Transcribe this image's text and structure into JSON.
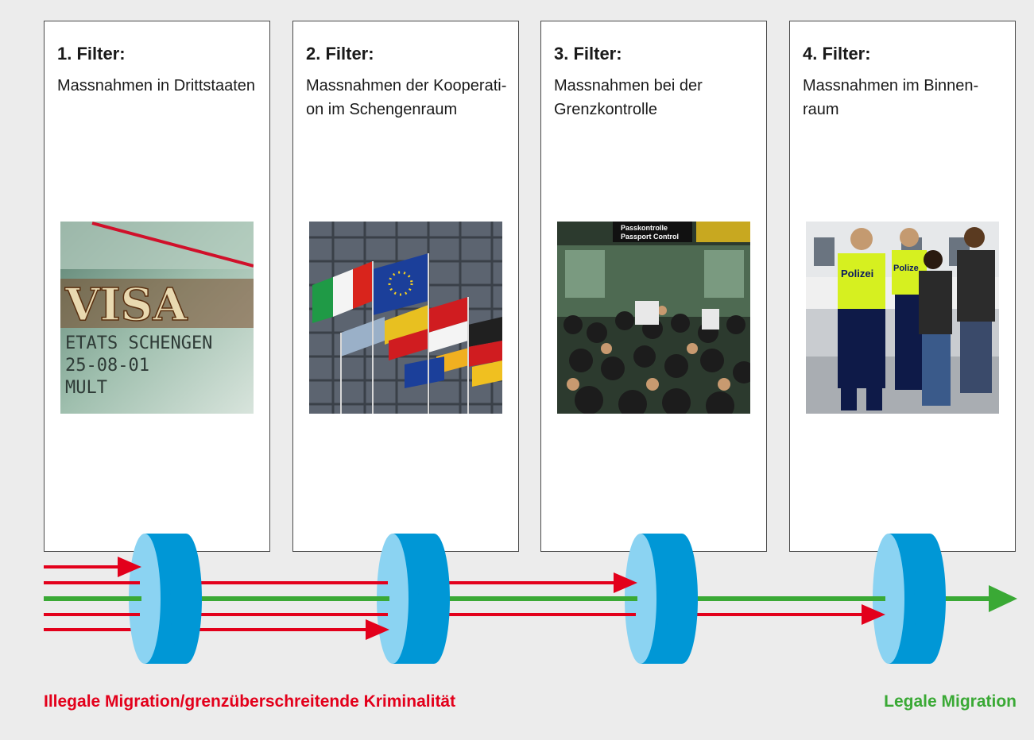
{
  "filters": [
    {
      "title": "1. Filter:",
      "line1": "Massnahmen in Drittstaaten",
      "line2": "",
      "photo": "visa-photo"
    },
    {
      "title": "2. Filter:",
      "line1": "Massnahmen der Kooperati-",
      "line2": "on im Schengenraum",
      "photo": "eu-flags-photo"
    },
    {
      "title": "3. Filter:",
      "line1": "Massnahmen bei der",
      "line2": "Grenzkontrolle",
      "photo": "passport-control-photo"
    },
    {
      "title": "4. Filter:",
      "line1": "Massnahmen im Binnen-",
      "line2": "raum",
      "photo": "police-photo"
    }
  ],
  "photos": {
    "visa": {
      "word": "VISA",
      "line1": "ETATS SCHENGEN",
      "line2": "25-08-01",
      "line3": "MULT"
    },
    "passport": {
      "sign1": "Passkontrolle",
      "sign2": "Passport Control"
    },
    "police": {
      "vest1": "Polizei",
      "vest2": "Polize"
    }
  },
  "legend": {
    "illegal": "Illegale Migration/grenzüberschreitende Kriminalität",
    "legal": "Legale Migration"
  },
  "colors": {
    "illegal": "#e3001b",
    "legal": "#3aa935",
    "filter_body": "#0097d6",
    "filter_face": "#8bd3f2",
    "background": "#ececec"
  }
}
